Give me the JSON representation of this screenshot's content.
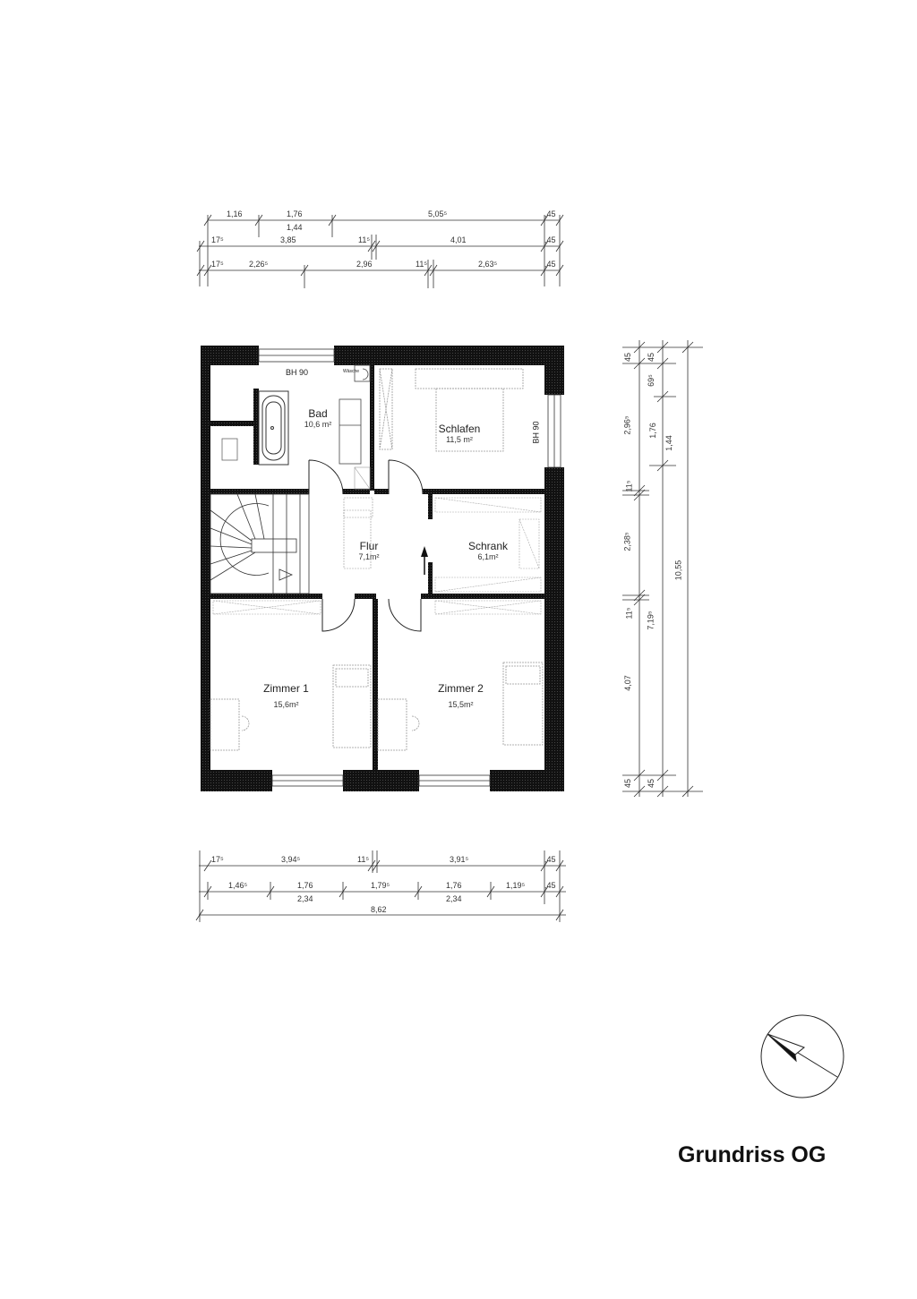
{
  "drawing": {
    "title": "Grundriss OG",
    "compass": "north-arrow"
  },
  "rooms": [
    {
      "name": "Bad",
      "area": "10,6 m²"
    },
    {
      "name": "Schlafen",
      "area": "11,5 m²"
    },
    {
      "name": "Flur",
      "area": "7,1m²"
    },
    {
      "name": "Schrank",
      "area": "6,1m²"
    },
    {
      "name": "Zimmer 1",
      "area": "15,6m²"
    },
    {
      "name": "Zimmer 2",
      "area": "15,5m²"
    }
  ],
  "annotations": {
    "bad_window": "BH 90",
    "schlafen_window": "BH 90",
    "waesche": "Wäsche"
  },
  "dims_top": {
    "row1": [
      "1,16",
      "1,76",
      "1,44",
      "5,05⁵",
      ",45"
    ],
    "row2": [
      "17⁵",
      "3,85",
      "11⁵",
      "4,01",
      ",45"
    ],
    "row3": [
      "17⁵",
      "2,26⁵",
      "2,96",
      "11⁵",
      "2,63⁵",
      ",45"
    ]
  },
  "dims_bottom": {
    "row1": [
      "17⁵",
      "3,94⁵",
      "11⁵",
      "3,91⁵",
      ",45"
    ],
    "row2": [
      "1,46⁵",
      "1,76",
      "2,34",
      "1,79⁵",
      "1,76",
      "2,34",
      "1,19⁵",
      ",45"
    ],
    "row3": [
      "8,62"
    ]
  },
  "dims_right": {
    "col1": [
      "45",
      "2,96⁵",
      "11⁵",
      "2,38⁵",
      "11⁵",
      "4,07",
      "45"
    ],
    "col2": [
      "45",
      "69⁵",
      "1,76",
      "1,44",
      "7,19⁵",
      "45"
    ],
    "col3": [
      "10,55"
    ]
  }
}
